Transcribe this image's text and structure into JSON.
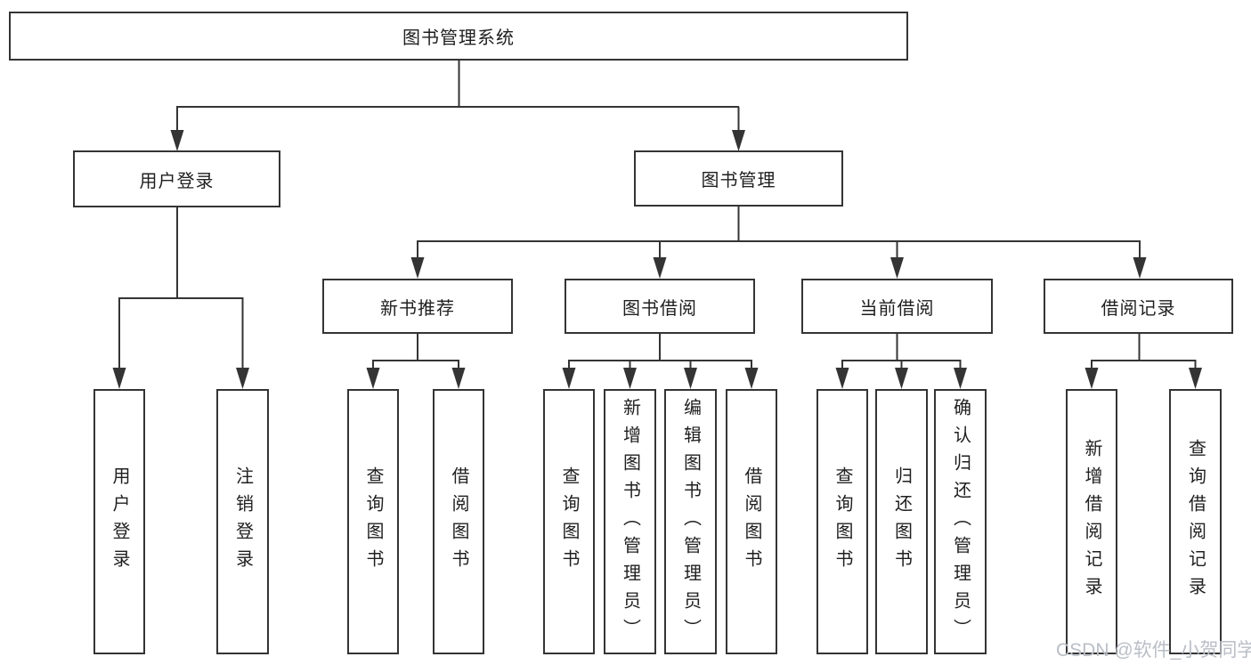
{
  "diagram": {
    "root_label": "图书管理系统",
    "branch_user": {
      "label": "用户登录",
      "children": [
        "用户登录",
        "注销登录"
      ]
    },
    "branch_book": {
      "label": "图书管理",
      "groups": [
        {
          "label": "新书推荐",
          "children": [
            "查询图书",
            "借阅图书"
          ]
        },
        {
          "label": "图书借阅",
          "children": [
            "查询图书",
            "新增图书（管理员）",
            "编辑图书（管理员）",
            "借阅图书"
          ]
        },
        {
          "label": "当前借阅",
          "children": [
            "查询图书",
            "归还图书",
            "确认归还（管理员）"
          ]
        },
        {
          "label": "借阅记录",
          "children": [
            "新增借阅记录",
            "查询借阅记录"
          ]
        }
      ]
    },
    "colors": {
      "line": "#343434",
      "text": "#1f1f1f",
      "background": "#ffffff",
      "watermark_color": "#b9bec6"
    }
  },
  "watermark": "CSDN @软件_小贺同学"
}
